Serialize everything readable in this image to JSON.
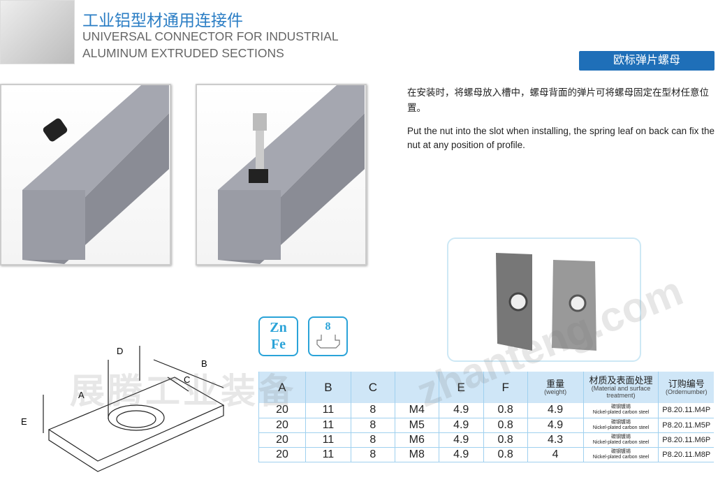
{
  "header": {
    "title_cn": "工业铝型材通用连接件",
    "title_en_line1": "UNIVERSAL CONNECTOR FOR INDUSTRIAL",
    "title_en_line2": "ALUMINUM EXTRUDED SECTIONS"
  },
  "product_tag": "欧标弹片螺母",
  "description": {
    "cn": "在安装时，将螺母放入槽中，螺母背面的弹片可将螺母固定在型材任意位置。",
    "en": "Put the nut into the slot when installing, the spring leaf on back can fix the nut at any position of profile."
  },
  "icons": {
    "material_top": "Zn",
    "material_bottom": "Fe",
    "slot_size": "8"
  },
  "diagram_labels": {
    "a": "A",
    "b": "B",
    "c": "C",
    "d": "D",
    "e": "E"
  },
  "watermarks": {
    "cn": "展腾工业装备",
    "en": "zhanteng.com"
  },
  "table": {
    "headers": [
      {
        "main": "A"
      },
      {
        "main": "B"
      },
      {
        "main": "C"
      },
      {
        "main": ""
      },
      {
        "main": "E"
      },
      {
        "main": "F"
      },
      {
        "main": "重量",
        "sub": "(weight)"
      },
      {
        "main": "材质及表面处理",
        "sub": "(Material and surface treatment)"
      },
      {
        "main": "订购编号",
        "sub": "(Ordernumber)"
      }
    ],
    "rows": [
      {
        "a": "20",
        "b": "11",
        "c": "8",
        "d": "M4",
        "e": "4.9",
        "f": "0.8",
        "weight": "4.9",
        "mat_cn": "碳钢镀锡",
        "mat_en": "Nickel-plated carbon steel",
        "order": "P8.20.11.M4P"
      },
      {
        "a": "20",
        "b": "11",
        "c": "8",
        "d": "M5",
        "e": "4.9",
        "f": "0.8",
        "weight": "4.9",
        "mat_cn": "碳钢镀锡",
        "mat_en": "Nickel-plated carbon steel",
        "order": "P8.20.11.M5P"
      },
      {
        "a": "20",
        "b": "11",
        "c": "8",
        "d": "M6",
        "e": "4.9",
        "f": "0.8",
        "weight": "4.3",
        "mat_cn": "碳钢镀锡",
        "mat_en": "Nickel-plated carbon steel",
        "order": "P8.20.11.M6P"
      },
      {
        "a": "20",
        "b": "11",
        "c": "8",
        "d": "M8",
        "e": "4.9",
        "f": "0.8",
        "weight": "4",
        "mat_cn": "碳钢镀锡",
        "mat_en": "Nickel-plated carbon steel",
        "order": "P8.20.11.M8P"
      }
    ]
  }
}
